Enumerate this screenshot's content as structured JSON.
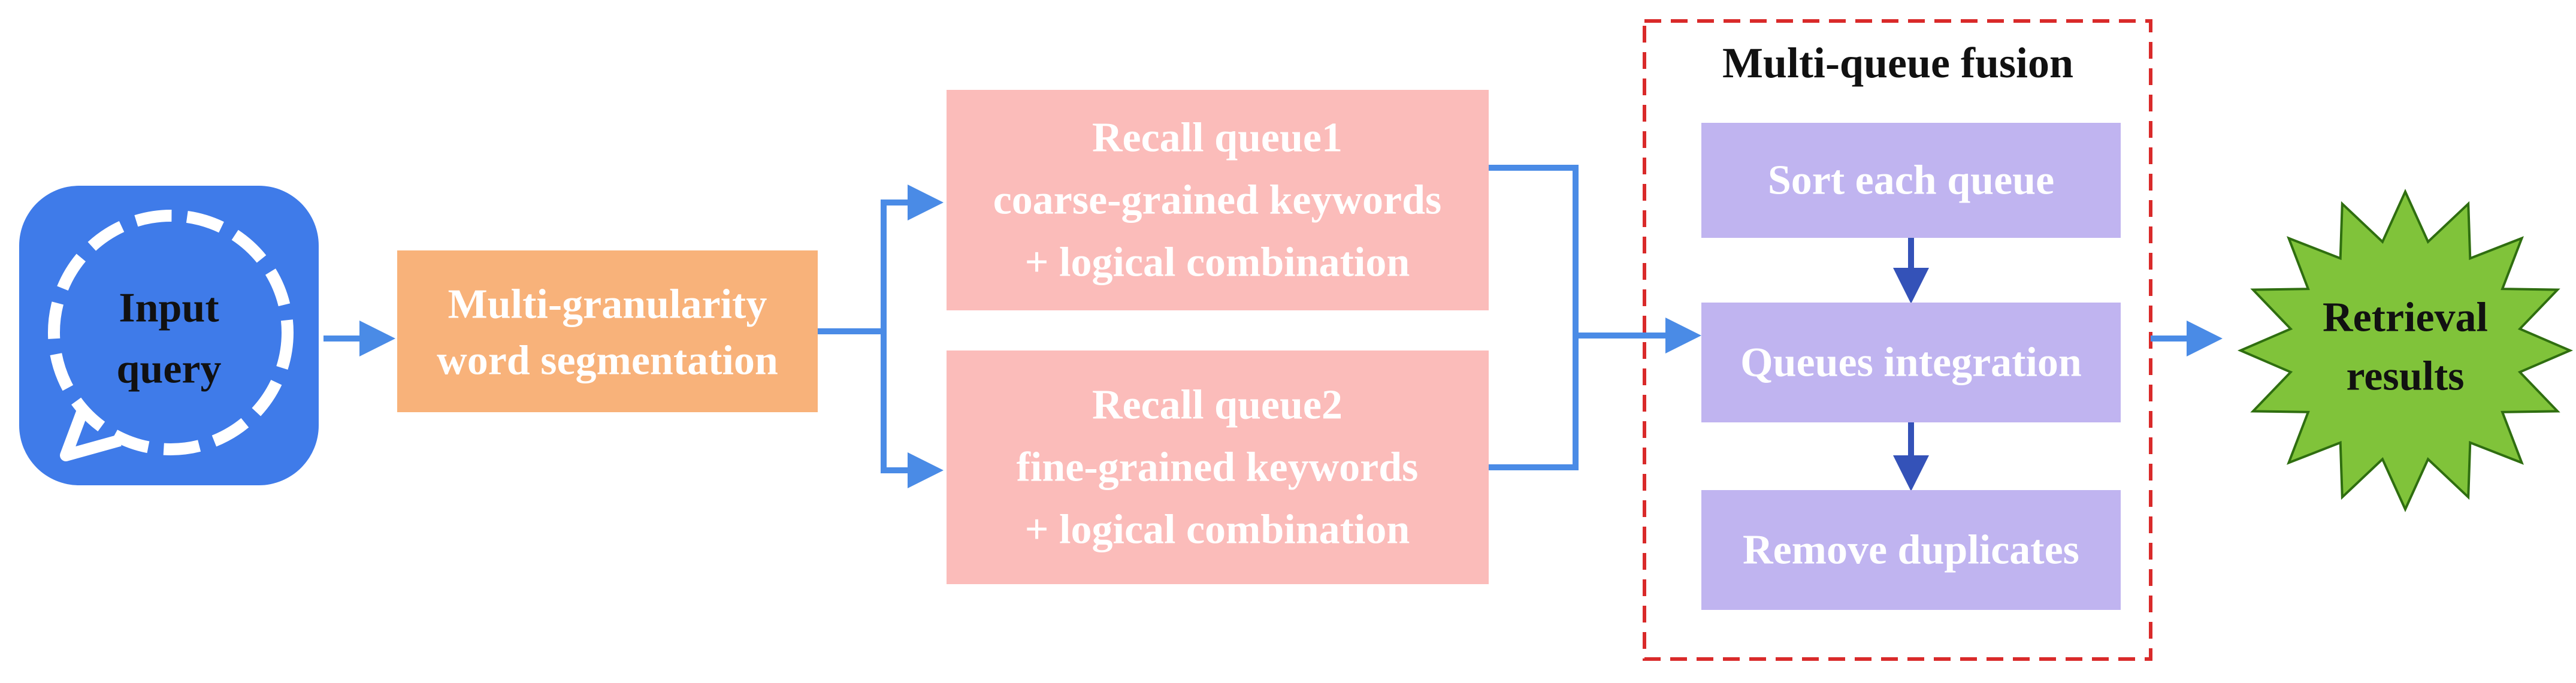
{
  "colors": {
    "input_icon": "#3f7be9",
    "segmentation_box": "#f8b27a",
    "recall_box": "#fbbcba",
    "fusion_box": "#c0b4f0",
    "fusion_border": "#d92a2a",
    "result_star": "#80c33a",
    "arrow_light": "#4a8be6",
    "arrow_dark": "#3452b8"
  },
  "input": {
    "icon": "chat-bubble-icon",
    "line1": "Input",
    "line2": "query"
  },
  "segmentation": {
    "line1": "Multi-granularity",
    "line2": "word segmentation"
  },
  "queue1": {
    "line1": "Recall queue1",
    "line2": "coarse-grained keywords",
    "line3": "+ logical combination"
  },
  "queue2": {
    "line1": "Recall queue2",
    "line2": "fine-grained keywords",
    "line3": "+ logical combination"
  },
  "fusion": {
    "title": "Multi-queue fusion",
    "step1": "Sort each queue",
    "step2": "Queues integration",
    "step3": "Remove duplicates"
  },
  "result": {
    "icon": "starburst-icon",
    "line1": "Retrieval",
    "line2": "results"
  }
}
